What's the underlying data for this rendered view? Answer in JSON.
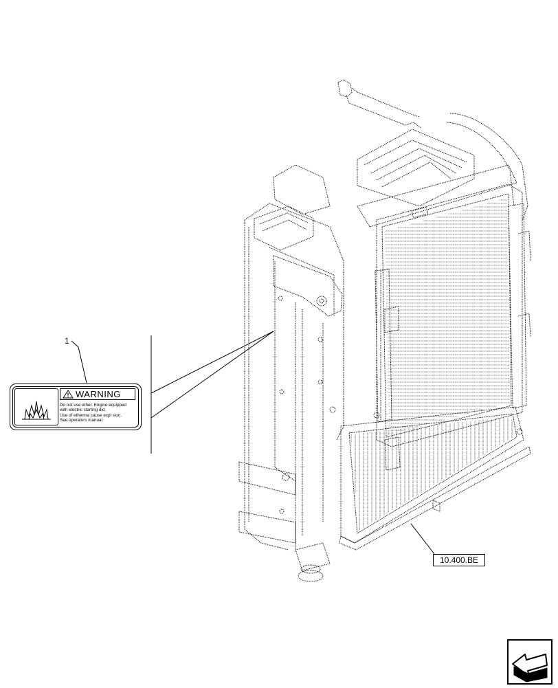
{
  "callout": {
    "item_number": "1"
  },
  "reference": {
    "label": "10.400.BE"
  },
  "decal": {
    "header": "WARNING",
    "text_lines": [
      "Do not use ether. Engine equipped",
      "with electric starting did.",
      "Use of etherma  cause expl sion.",
      "See operators manual."
    ],
    "symbol": "flame-explosion-icon"
  },
  "navigation": {
    "icon": "next-page-arrow-icon"
  },
  "colors": {
    "line": "#000000",
    "background": "#ffffff"
  }
}
